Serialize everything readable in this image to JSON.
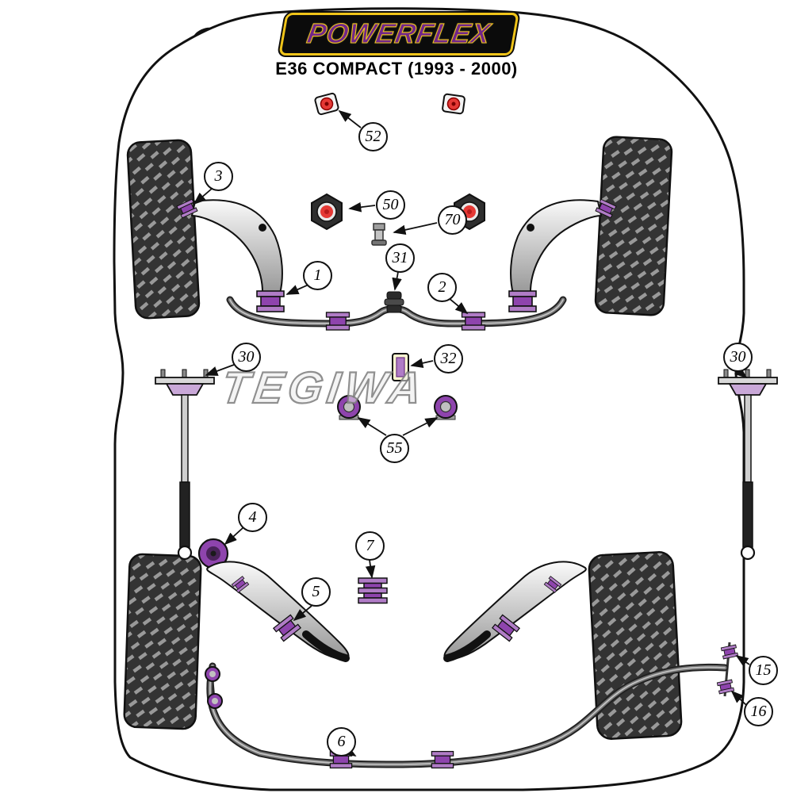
{
  "logo": {
    "text": "POWERFLEX"
  },
  "header": {
    "subtitle": "E36 COMPACT (1993 - 2000)"
  },
  "watermark": {
    "text": "TEGIWA"
  },
  "callouts": [
    {
      "label": "52"
    },
    {
      "label": "3"
    },
    {
      "label": "50"
    },
    {
      "label": "70"
    },
    {
      "label": "31"
    },
    {
      "label": "1"
    },
    {
      "label": "2"
    },
    {
      "label": "30"
    },
    {
      "label": "32"
    },
    {
      "label": "30"
    },
    {
      "label": "55"
    },
    {
      "label": "4"
    },
    {
      "label": "7"
    },
    {
      "label": "5"
    },
    {
      "label": "15"
    },
    {
      "label": "16"
    },
    {
      "label": "6"
    }
  ],
  "colors": {
    "bushing_purple": "#8e44ad",
    "bushing_purple_light": "#b07cc6",
    "logo_purple": "#71268a",
    "logo_yellow": "#f0c419",
    "mount_red": "#e53935",
    "tyre_dark": "#333333"
  }
}
